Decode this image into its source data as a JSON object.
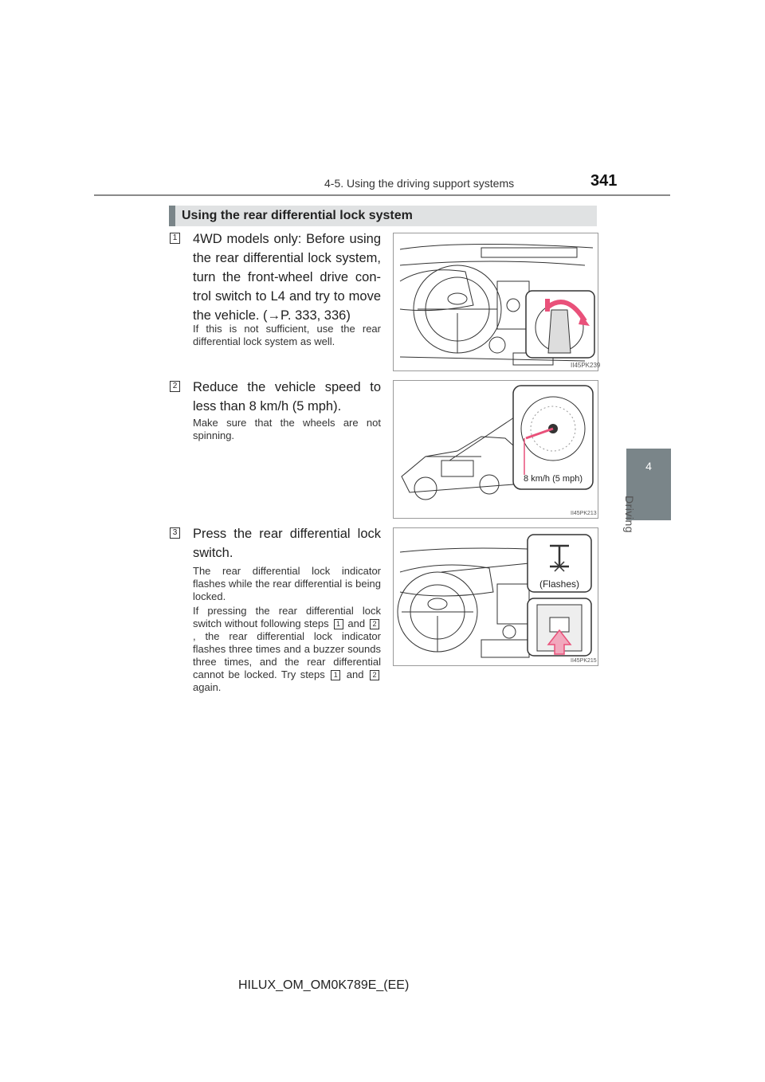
{
  "header": {
    "section": "4-5. Using the driving support systems",
    "page_number": "341"
  },
  "side_tab": {
    "chapter_number": "4",
    "chapter_title": "Driving"
  },
  "section_heading": "Using the rear differential lock system",
  "steps": [
    {
      "number": "1",
      "text": "4WD models only: Before using the rear differential lock system, turn the front-wheel drive con-trol switch to L4 and try to move the vehicle. (→P. 333, 336)",
      "note": "If this is not sufficient, use the rear differential lock system as well.",
      "illustration_code": "II45PK239"
    },
    {
      "number": "2",
      "text": "Reduce the vehicle speed to less than 8 km/h (5 mph).",
      "note": "Make sure that the wheels are not spinning.",
      "illustration_code": "II45PK213",
      "callout": "8 km/h (5 mph)"
    },
    {
      "number": "3",
      "text": "Press the rear differential lock switch.",
      "note": "The rear differential lock indicator flashes while the rear differential is being locked.",
      "note2_part1": "If pressing the rear differential lock switch without following steps",
      "note2_ref1": "1",
      "note2_part2": "and",
      "note2_ref2": "2",
      "note2_part3": ", the rear differential lock indicator flashes three times and a buzzer sounds three times, and the rear differential cannot be locked. Try steps",
      "note2_ref3": "1",
      "note2_part4": "and",
      "note2_ref4": "2",
      "note2_part5": "again.",
      "illustration_code": "II45PK215",
      "callout": "(Flashes)"
    }
  ],
  "footer": "HILUX_OM_OM0K789E_(EE)",
  "colors": {
    "accent": "#e9517a",
    "tab_gray": "#7a8589",
    "bar_gray": "#e0e2e3"
  }
}
